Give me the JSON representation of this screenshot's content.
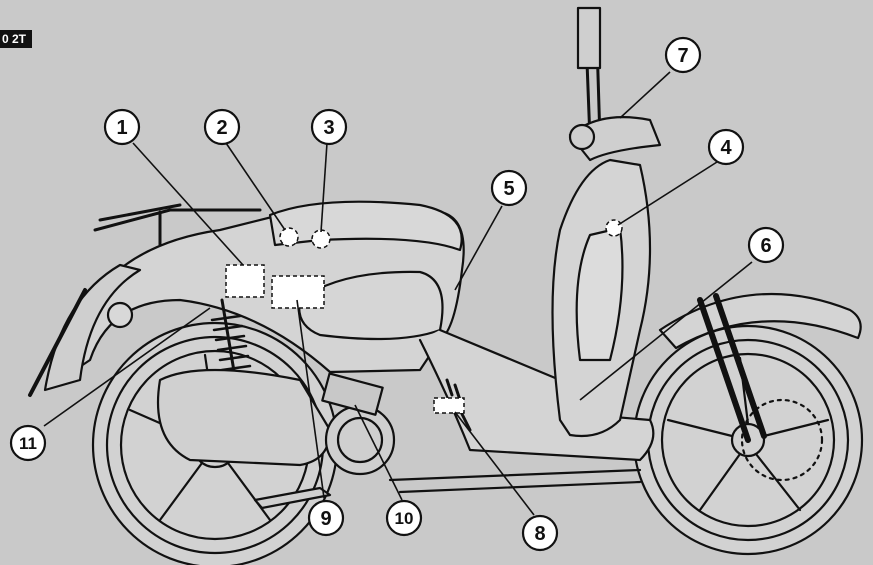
{
  "model_tag": "0 2T",
  "callouts": [
    {
      "label": "1"
    },
    {
      "label": "2"
    },
    {
      "label": "3"
    },
    {
      "label": "4"
    },
    {
      "label": "5"
    },
    {
      "label": "6"
    },
    {
      "label": "7"
    },
    {
      "label": "8"
    },
    {
      "label": "9"
    },
    {
      "label": "10"
    },
    {
      "label": "11"
    }
  ],
  "colors": {
    "background": "#c9c9c9",
    "body_fill": "#d4d4d4",
    "line": "#111111"
  }
}
